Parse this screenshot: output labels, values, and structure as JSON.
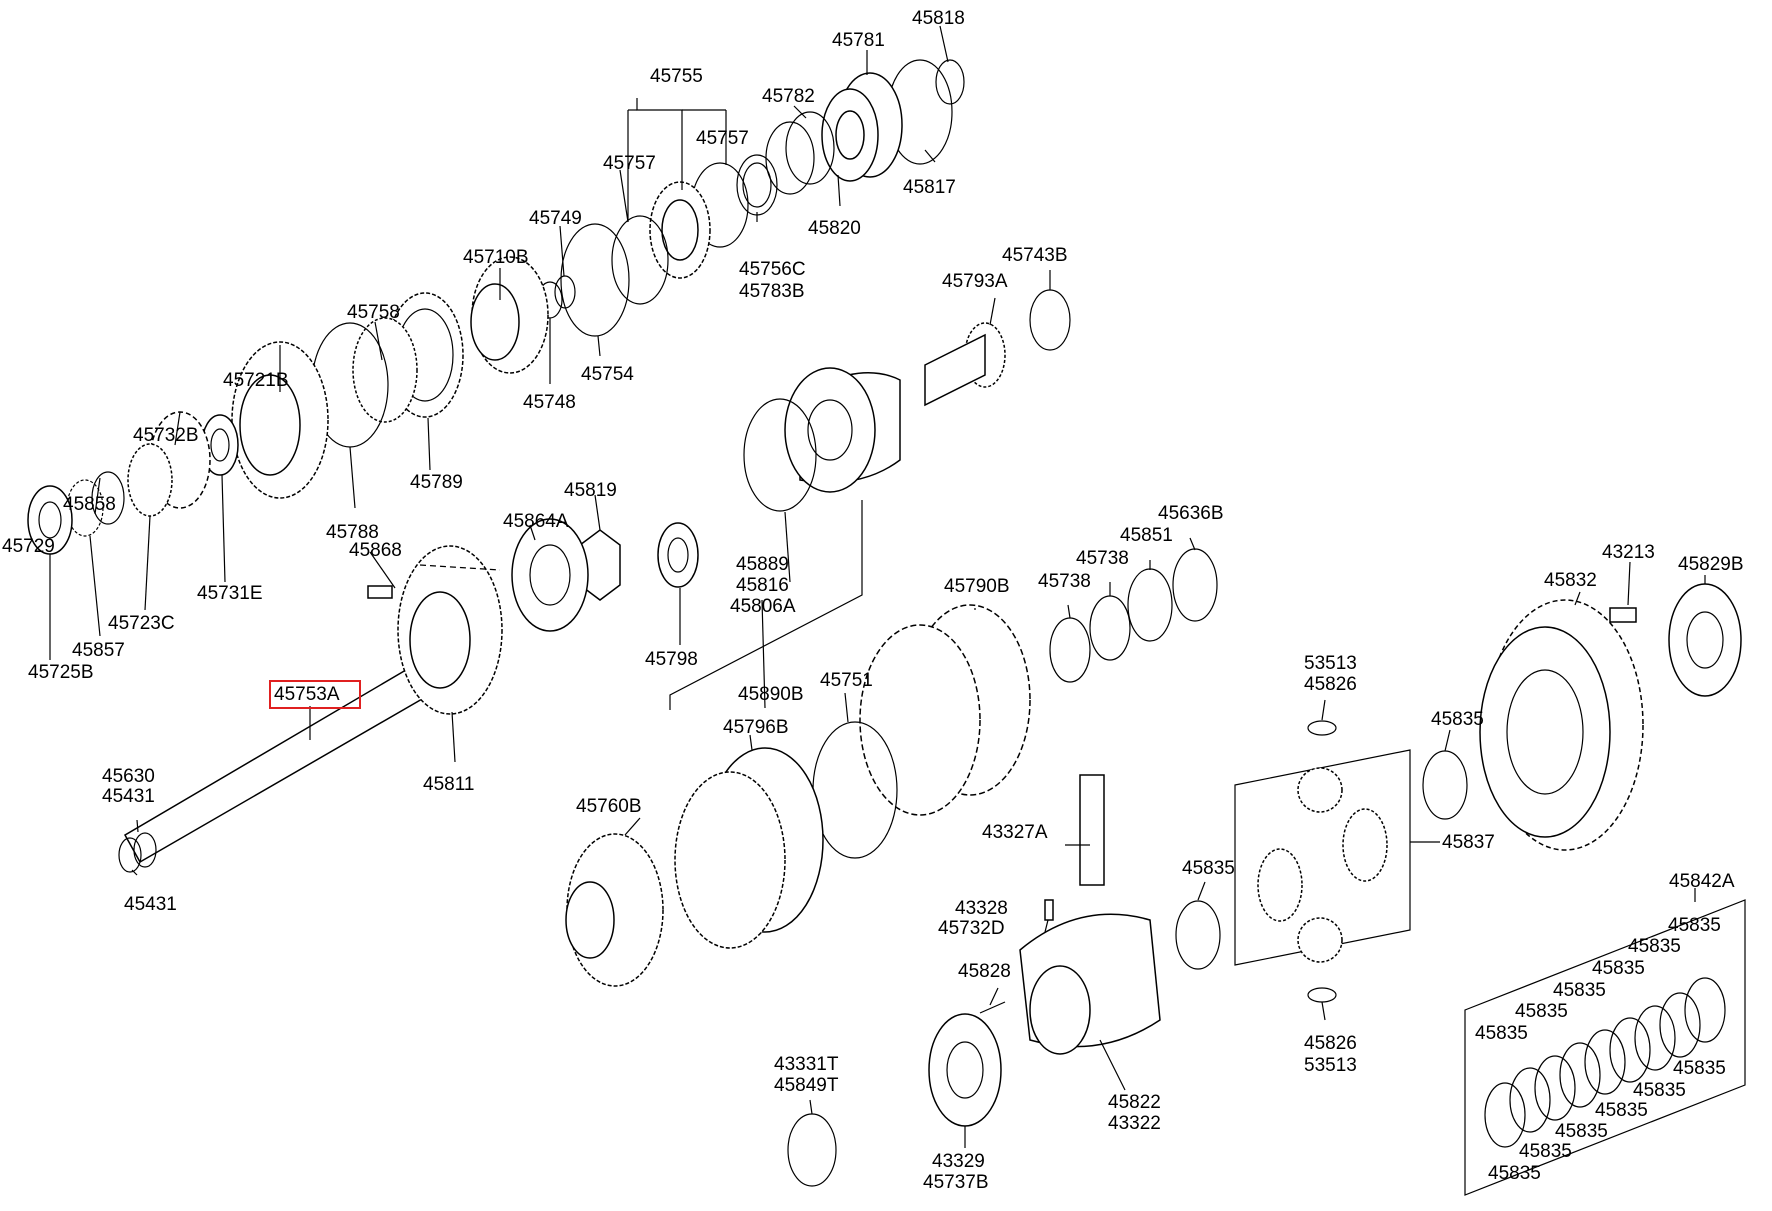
{
  "highlight_color": "#e02020",
  "labels": {
    "p45818": "45818",
    "p45781": "45781",
    "p45755": "45755",
    "p45782": "45782",
    "p45757a": "45757",
    "p45757b": "45757",
    "p45817": "45817",
    "p45749": "45749",
    "p45820": "45820",
    "p45710B": "45710B",
    "p45756C": "45756C",
    "p45783B": "45783B",
    "p45743B": "45743B",
    "p45793A": "45793A",
    "p45758": "45758",
    "p45754": "45754",
    "p45748": "45748",
    "p45721B": "45721B",
    "p45732B": "45732B",
    "p45789": "45789",
    "p45858": "45858",
    "p45788": "45788",
    "p45819": "45819",
    "p45864A": "45864A",
    "p45729": "45729",
    "p45868": "45868",
    "p45731E": "45731E",
    "p45889": "45889",
    "p45816": "45816",
    "p45806A": "45806A",
    "p45636B": "45636B",
    "p45851": "45851",
    "p45738a": "45738",
    "p45738b": "45738",
    "p45790B": "45790B",
    "p45723C": "45723C",
    "p45857": "45857",
    "p45725B": "45725B",
    "p43213": "43213",
    "p45832": "45832",
    "p45829B": "45829B",
    "p45753A": "45753A",
    "p45798": "45798",
    "p45890B": "45890B",
    "p45751": "45751",
    "p53513a": "53513",
    "p45826a": "45826",
    "p45796B": "45796B",
    "p45835a": "45835",
    "p45811": "45811",
    "p45630": "45630",
    "p45431a": "45431",
    "p45760B": "45760B",
    "p43327A": "43327A",
    "p45837": "45837",
    "p45431b": "45431",
    "p45835b": "45835",
    "p45842A": "45842A",
    "p43328": "43328",
    "p45732D": "45732D",
    "p45828": "45828",
    "p45826b": "45826",
    "p53513b": "53513",
    "p43331T": "43331T",
    "p45849T": "45849T",
    "p45822": "45822",
    "p43322": "43322",
    "p43329": "43329",
    "p45737B": "45737B",
    "s1": "45835",
    "s2": "45835",
    "s3": "45835",
    "s4": "45835",
    "s5": "45835",
    "s6": "45835",
    "s7": "45835",
    "s8": "45835",
    "s9": "45835",
    "s10": "45835",
    "s11": "45835",
    "s12": "45835"
  }
}
